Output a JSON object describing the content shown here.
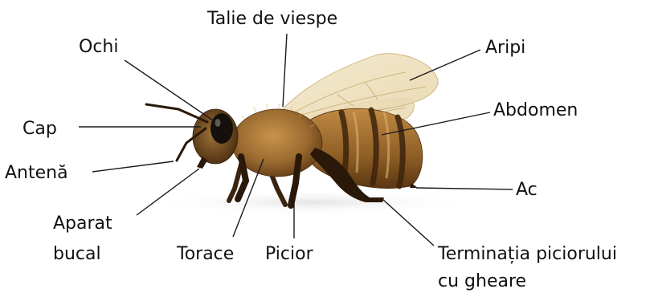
{
  "labels": {
    "talie": "Talie de viespe",
    "ochi": "Ochi",
    "aripi": "Aripi",
    "cap": "Cap",
    "abdomen": "Abdomen",
    "antena": "Antenă",
    "ac": "Ac",
    "aparat_line1": "Aparat",
    "aparat_line2": "bucal",
    "torace": "Torace",
    "picior": "Picior",
    "terminatia_line1": "Terminația piciorului",
    "terminatia_line2": "cu gheare"
  },
  "colors": {
    "background": "#ffffff",
    "text": "#111111",
    "leader_line": "#1a1a1a",
    "fur_light": "#c8934a",
    "fur_dark": "#6a3f16",
    "wing": "#efe3c4"
  }
}
